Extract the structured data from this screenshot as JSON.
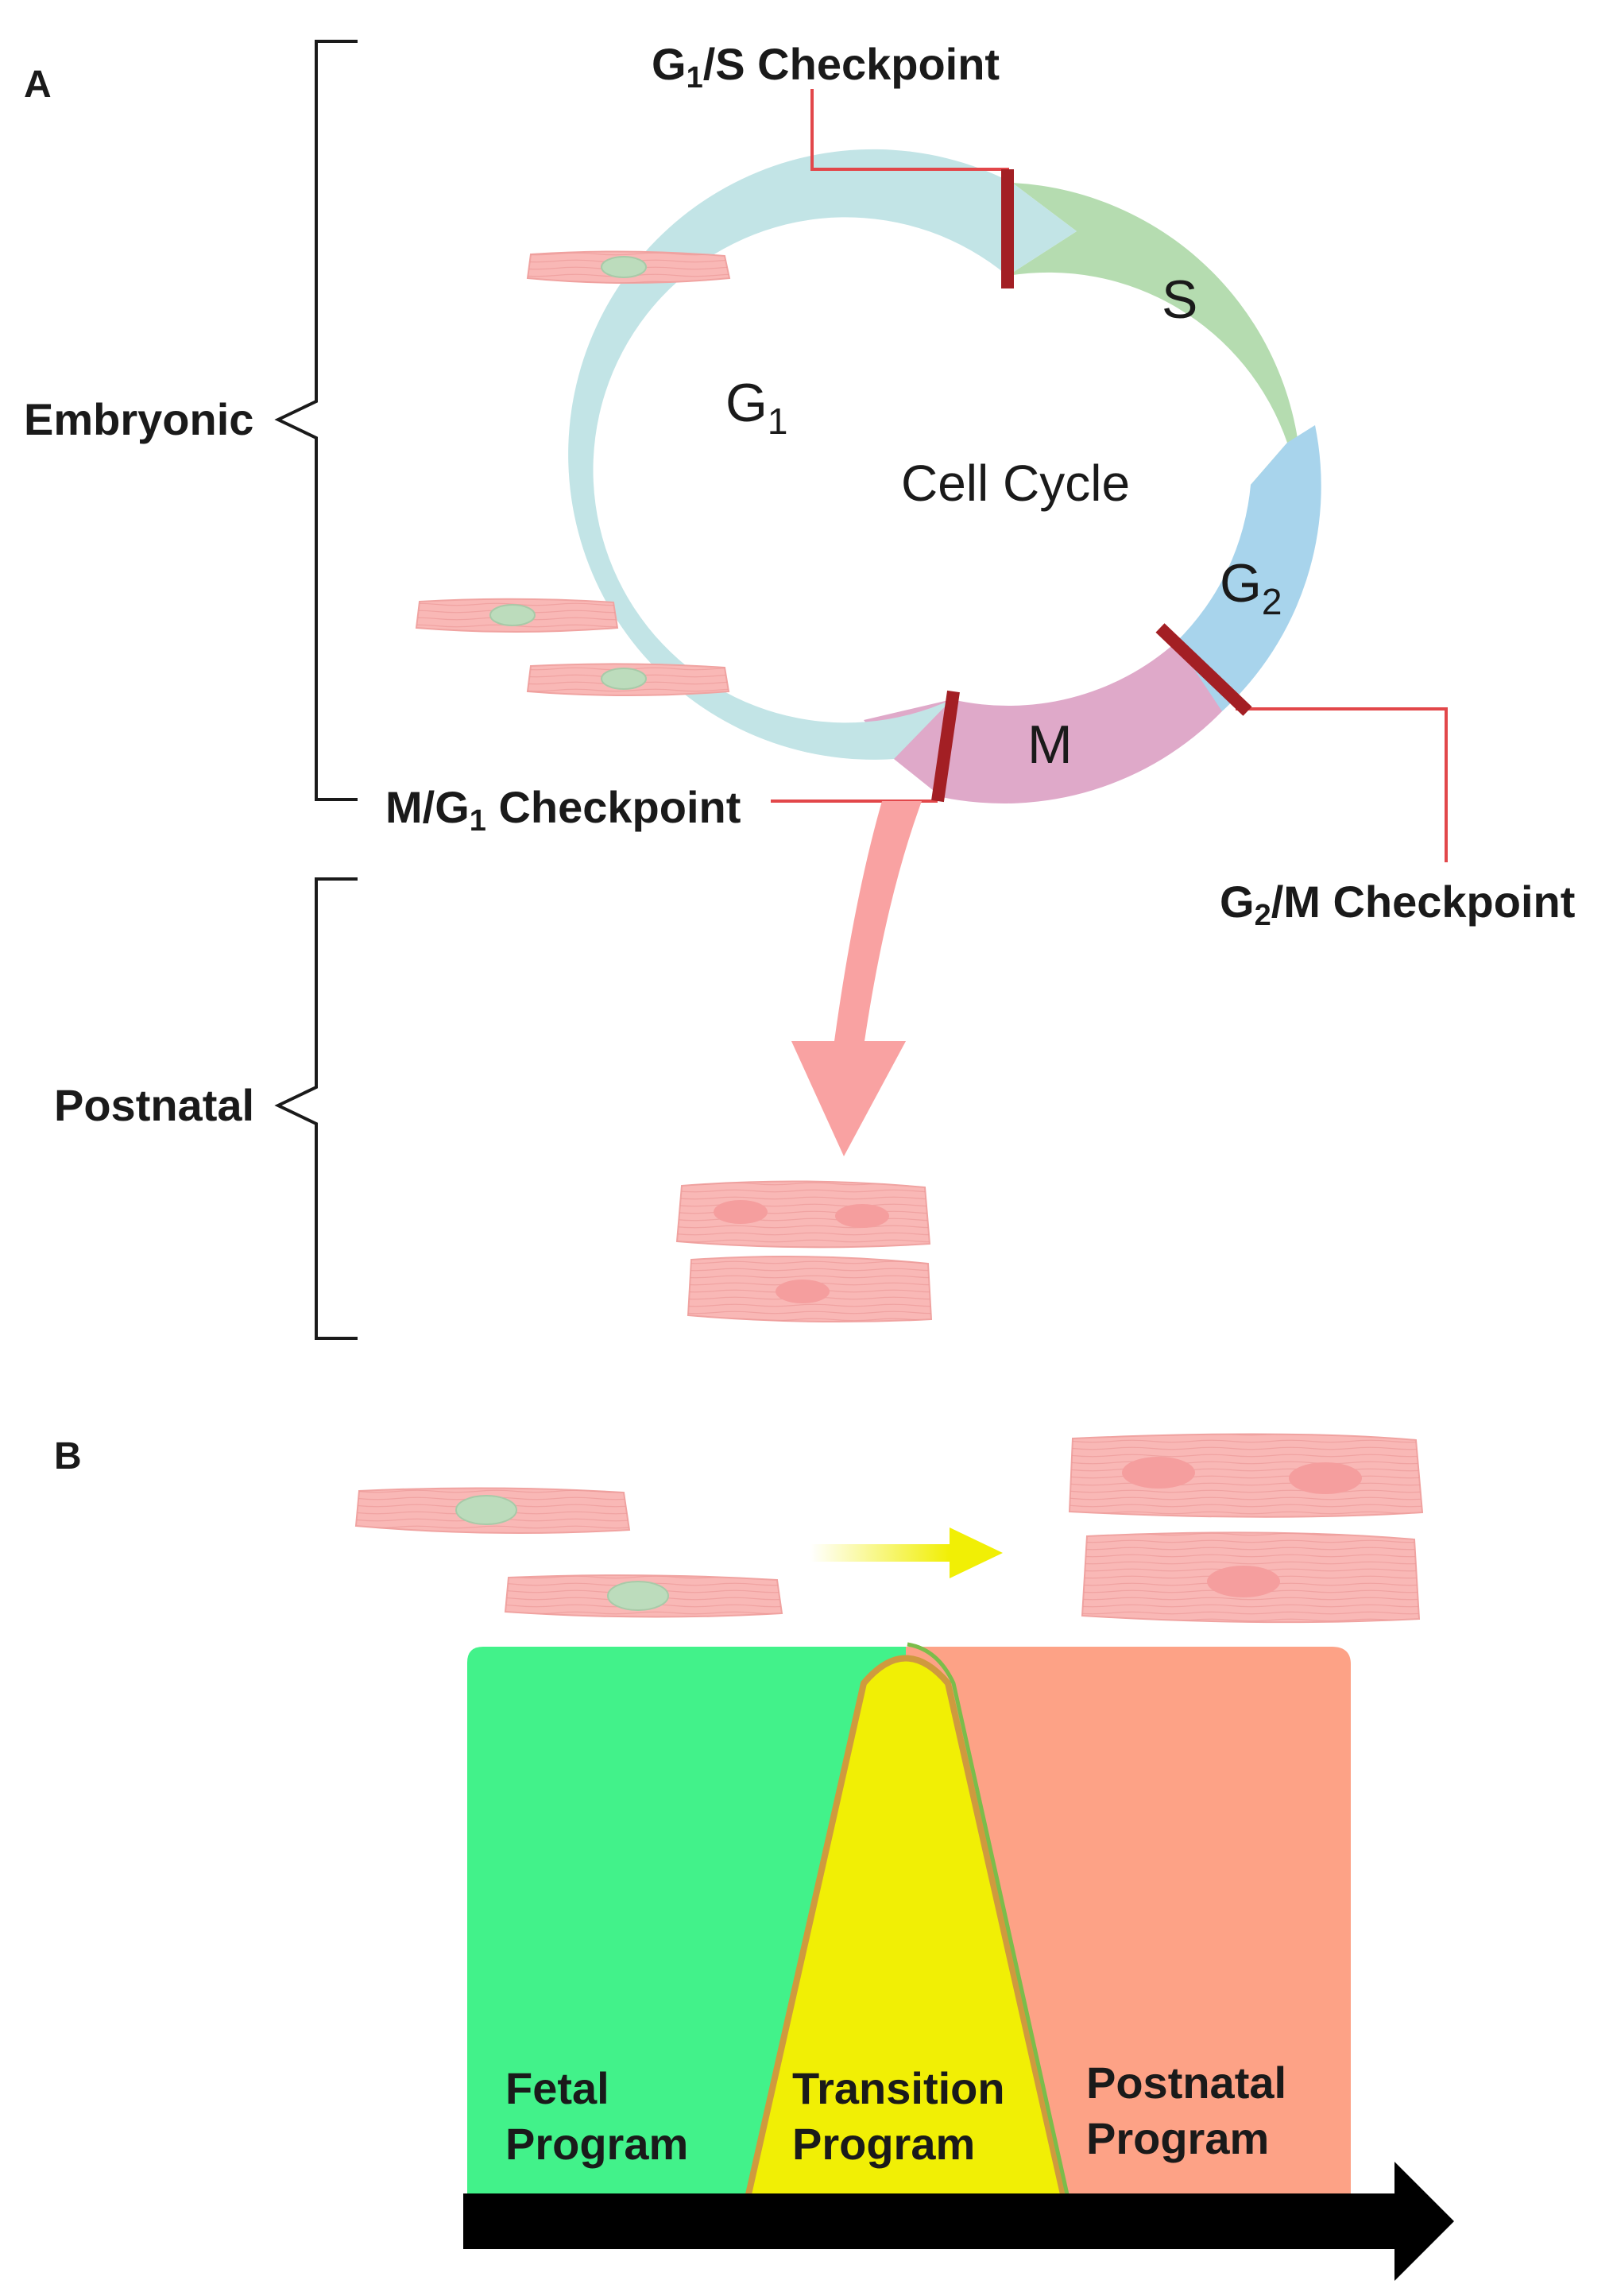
{
  "panel_a": {
    "label": "A",
    "stage_embryonic": "Embryonic",
    "stage_postnatal": "Postnatal",
    "center": "Cell Cycle",
    "phase_g1": {
      "base": "G",
      "sub": "1"
    },
    "phase_s": "S",
    "phase_g2": {
      "base": "G",
      "sub": "2"
    },
    "phase_m": "M",
    "checkpoint_g1s": {
      "prefix": "G",
      "sub": "1",
      "suffix": "/S Checkpoint"
    },
    "checkpoint_g2m": {
      "prefix": "G",
      "sub": "2",
      "suffix": "/M Checkpoint"
    },
    "checkpoint_mg1": {
      "prefix": "M/G",
      "sub": "1",
      "suffix": " Checkpoint"
    }
  },
  "panel_b": {
    "label": "B",
    "fetal_line1": "Fetal",
    "fetal_line2": "Program",
    "transition_line1": "Transition",
    "transition_line2": "Program",
    "postnatal_line1": "Postnatal",
    "postnatal_line2": "Program"
  },
  "colors": {
    "g1": "#c2e4e6",
    "s": "#b5dcb0",
    "g2": "#a8d4ec",
    "m": "#dfa9c9",
    "checkpoint": "#a31f24",
    "leader": "#e2474a",
    "cell": "#f9b8b6",
    "nucleus_green": "#bcdcbc",
    "nucleus_pink": "#f59e9e",
    "fetal": "#42f28a",
    "transition": "#f1ef05",
    "postnatal": "#fda286",
    "arrow": "#000000"
  }
}
